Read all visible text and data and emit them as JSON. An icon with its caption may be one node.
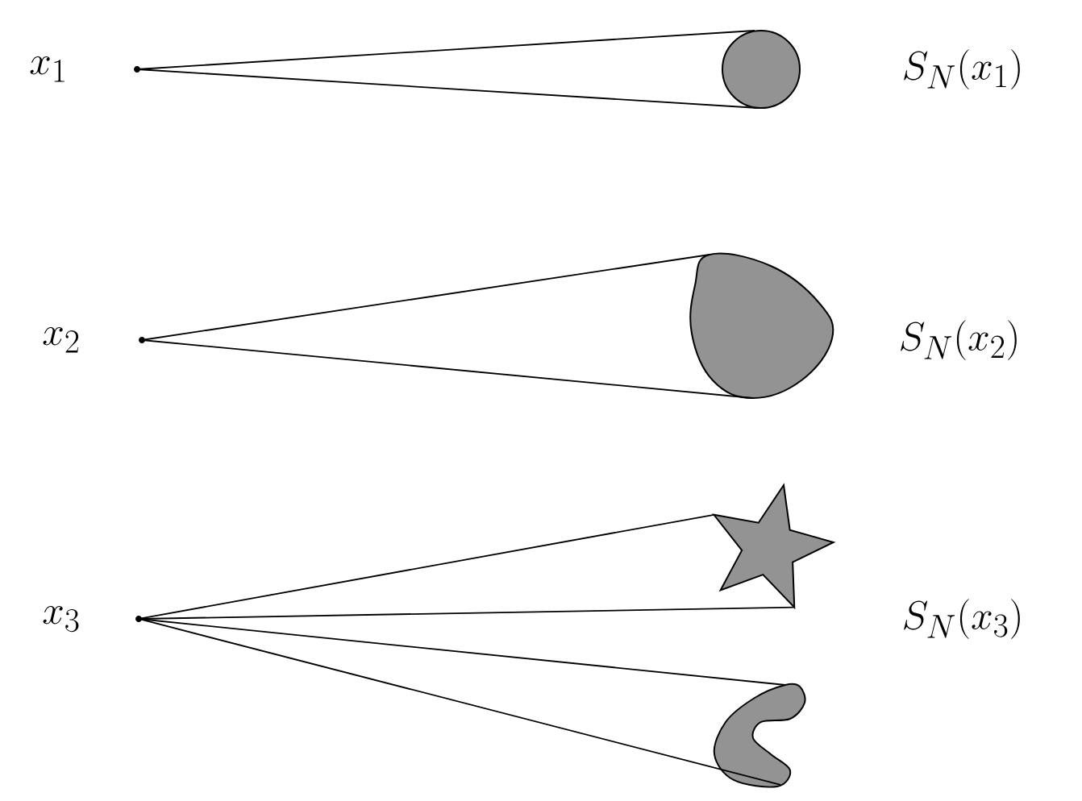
{
  "diagram": {
    "nodes": [
      {
        "text": [],
        "shape": "dot"
      },
      {
        "text": [],
        "shape": "circle"
      },
      {
        "text": [],
        "shape": "dot"
      },
      {
        "text": [],
        "shape": "blob"
      },
      {
        "text": [],
        "shape": "dot"
      },
      {
        "text": [],
        "shape": "star"
      },
      {
        "text": [],
        "shape": "crescent"
      }
    ],
    "edges": [
      {
        "from": 0,
        "to": 1,
        "arrow": "none"
      },
      {
        "from": 0,
        "to": 1,
        "arrow": "none"
      },
      {
        "from": 2,
        "to": 3,
        "arrow": "none"
      },
      {
        "from": 2,
        "to": 3,
        "arrow": "none"
      },
      {
        "from": 4,
        "to": 5,
        "arrow": "none"
      },
      {
        "from": 4,
        "to": 5,
        "arrow": "none"
      },
      {
        "from": 4,
        "to": 6,
        "arrow": "none"
      },
      {
        "from": 4,
        "to": 6,
        "arrow": "none"
      }
    ],
    "labels": [
      "x_1",
      "S_N(x_1)",
      "x_2",
      "S_N(x_2)",
      "x_3",
      "S_N(x_3)"
    ]
  }
}
